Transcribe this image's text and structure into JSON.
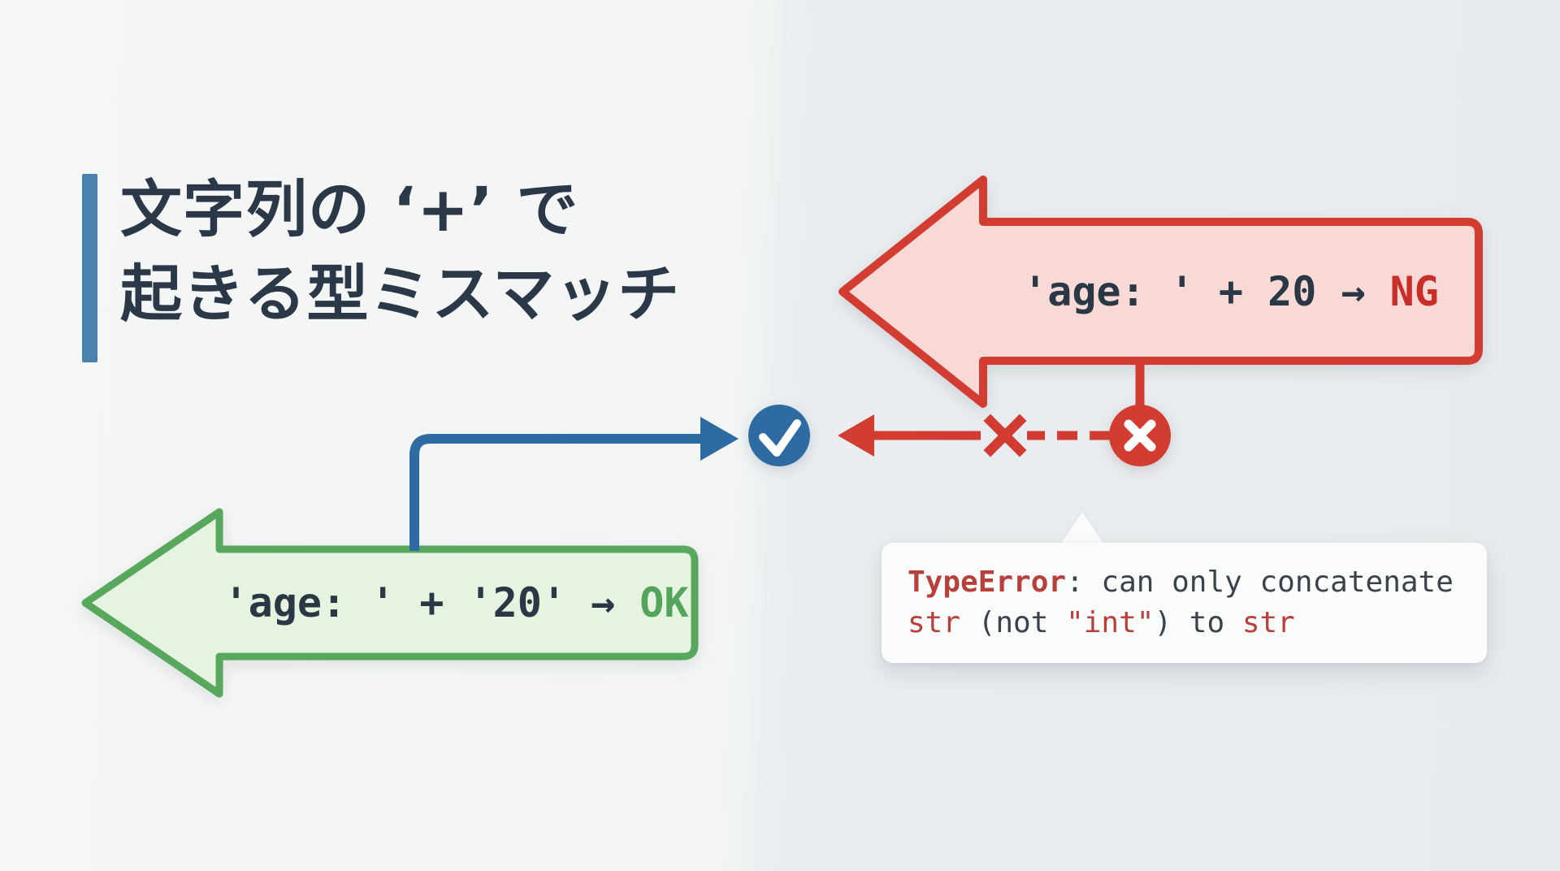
{
  "title": {
    "line1": "文字列の ‘+’ で",
    "line2": "起きる型ミスマッチ"
  },
  "ng_flow": {
    "code": "'age: ' + 20 → ",
    "verdict": "NG"
  },
  "ok_flow": {
    "code": "'age: ' + '20' → ",
    "verdict": "OK"
  },
  "error_tooltip": {
    "error_type": "TypeError",
    "line1_rest": ": can only concatenate",
    "line2": {
      "p1": "str",
      "p2": " (not ",
      "p3": "\"int\"",
      "p4": ") to ",
      "p5": "str"
    }
  },
  "icons": {
    "success": "check-icon",
    "error": "x-icon",
    "blocked": "cross-icon"
  },
  "colors": {
    "title_navy": "#2b3847",
    "accent_blue": "#2e6ba3",
    "ok_green_border": "#57a75c",
    "ok_green_fill": "#e6f3e1",
    "ok_verdict_green": "#55a45b",
    "ng_red_border": "#d23c31",
    "ng_red_fill": "#f8d9d5",
    "ng_verdict_red": "#c92e28",
    "tooltip_red": "#b8403a",
    "tooltip_text": "#3a424b",
    "code_text": "#2a3744"
  }
}
